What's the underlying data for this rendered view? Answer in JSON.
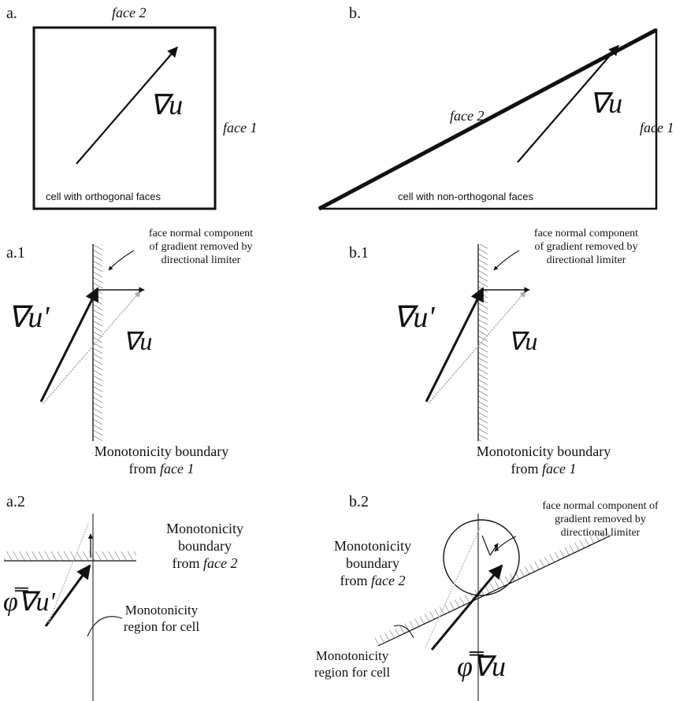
{
  "panels": {
    "a": {
      "label": "a.",
      "top_face": "face 2",
      "right_face": "face 1",
      "gradient": "∇u",
      "caption": "cell with orthogonal faces"
    },
    "b": {
      "label": "b.",
      "top_face": "face 2",
      "right_face": "face 1",
      "gradient": "∇u",
      "caption": "cell with non-orthogonal faces"
    },
    "a1": {
      "label": "a.1",
      "note_line1": "face normal component",
      "note_line2": "of gradient removed by",
      "note_line3": "directional limiter",
      "limited_gradient": "∇u'",
      "gradient": "∇u",
      "boundary_line1": "Monotonicity boundary",
      "boundary_line2_prefix": "from ",
      "boundary_line2_face": "face 1"
    },
    "b1": {
      "label": "b.1",
      "note_line1": "face normal component",
      "note_line2": "of gradient removed by",
      "note_line3": "directional limiter",
      "limited_gradient": "∇u'",
      "gradient": "∇u",
      "boundary_line1": "Monotonicity boundary",
      "boundary_line2_prefix": "from ",
      "boundary_line2_face": "face 1"
    },
    "a2": {
      "label": "a.2",
      "boundary_line1": "Monotonicity",
      "boundary_line2": "boundary",
      "boundary_line3_prefix": "from ",
      "boundary_line3_face": "face 2",
      "region_line1": "Monotonicity",
      "region_line2": "region for cell",
      "scaled_gradient": "φ̿∇u'"
    },
    "b2": {
      "label": "b.2",
      "note_line1": "face normal component of",
      "note_line2": "gradient removed by",
      "note_line3": "directional limiter",
      "boundary_line1": "Monotonicity",
      "boundary_line2": "boundary",
      "boundary_line3_prefix": "from ",
      "boundary_line3_face": "face 2",
      "region_line1": "Monotonicity",
      "region_line2": "region for cell",
      "scaled_gradient": "φ̿∇u"
    }
  },
  "colors": {
    "ink": "#111111",
    "faint": "#999999"
  }
}
